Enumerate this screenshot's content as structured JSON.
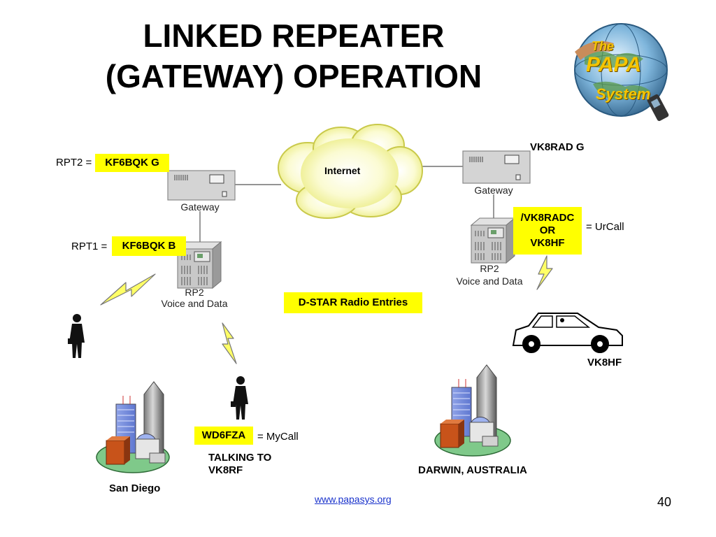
{
  "title": {
    "line1": "LINKED REPEATER",
    "line2": "(GATEWAY) OPERATION"
  },
  "logo": {
    "line1": "The",
    "line2": "PAPA",
    "line3": "System"
  },
  "internet_label": "Internet",
  "left": {
    "rpt2_label": "RPT2 =",
    "rpt2_value": "KF6BQK G",
    "rpt1_label": "RPT1 =",
    "rpt1_value": "KF6BQK B",
    "gateway_label": "Gateway",
    "repeater_line1": "RP2",
    "repeater_line2": "Voice and Data",
    "city": "San Diego",
    "mycall_value": "WD6FZA",
    "mycall_label": "=  MyCall",
    "talking_line1": "TALKING TO",
    "talking_line2": "VK8RF"
  },
  "right": {
    "gateway_call": "VK8RAD G",
    "gateway_label": "Gateway",
    "urcall_line1": "/VK8RADC",
    "urcall_line2": "OR",
    "urcall_line3": "VK8HF",
    "urcall_label": "=  UrCall",
    "repeater_line1": "RP2",
    "repeater_line2": "Voice and Data",
    "car_call": "VK8HF",
    "city": "DARWIN, AUSTRALIA"
  },
  "center_box": "D-STAR Radio Entries",
  "footer": {
    "url": "www.papasys.org",
    "page": "40"
  }
}
